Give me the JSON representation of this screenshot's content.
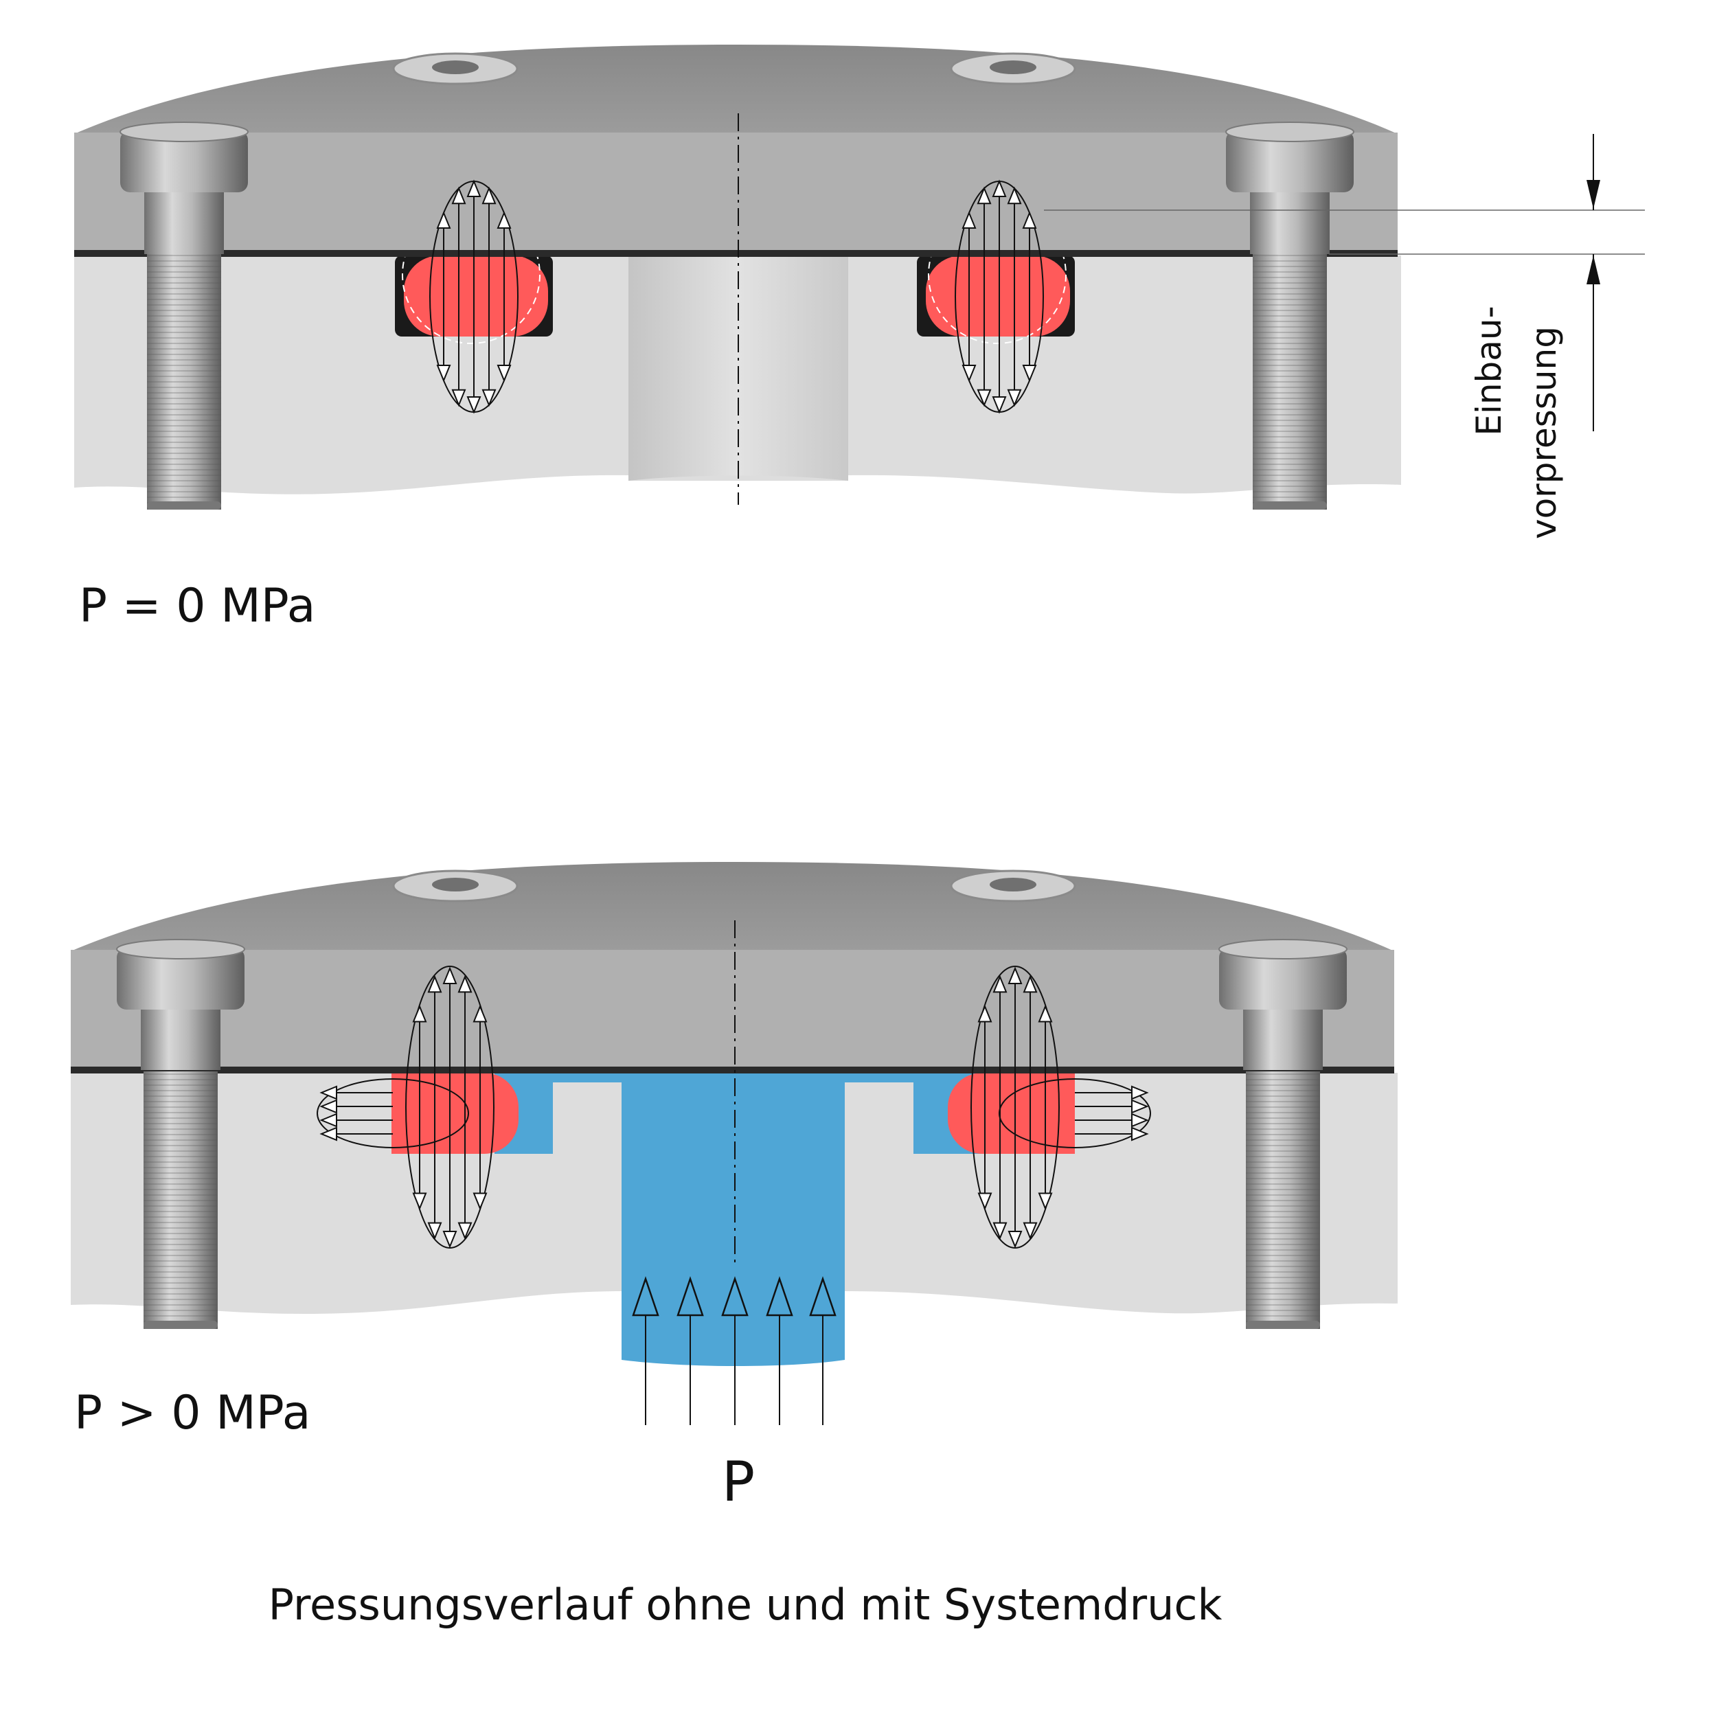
{
  "labels": {
    "top_state": "P = 0 MPa",
    "bottom_state": "P > 0 MPa",
    "pressure": "P",
    "dimension_line1": "Einbau-",
    "dimension_line2": "vorpressung",
    "caption": "Pressungsverlauf ohne und mit Systemdruck"
  },
  "colors": {
    "plate": "#b2b2b2",
    "plate_top": "#8e8e8e",
    "flange": "#dedede",
    "oring": "#ff5a5a",
    "fluid": "#4fa6d6",
    "line": "#111111"
  }
}
